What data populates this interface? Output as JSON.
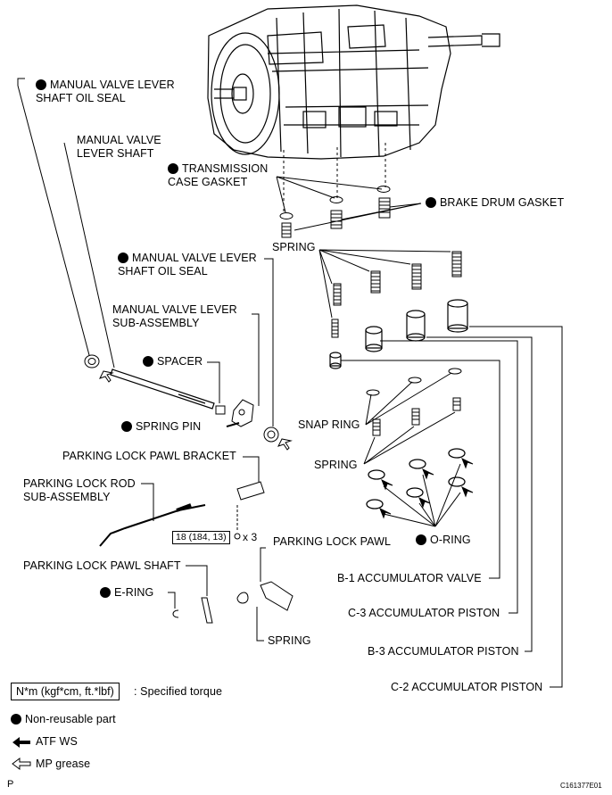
{
  "labels": {
    "manual_valve_lever_shaft_oil_seal_1": "MANUAL VALVE LEVER\nSHAFT OIL SEAL",
    "manual_valve_lever_shaft": "MANUAL VALVE\nLEVER SHAFT",
    "transmission_case_gasket": "TRANSMISSION\nCASE GASKET",
    "brake_drum_gasket": "BRAKE DRUM GASKET",
    "spring_top": "SPRING",
    "manual_valve_lever_shaft_oil_seal_2": "MANUAL VALVE LEVER\nSHAFT OIL SEAL",
    "manual_valve_lever_sub_assembly": "MANUAL VALVE LEVER\nSUB-ASSEMBLY",
    "spacer": "SPACER",
    "spring_pin": "SPRING PIN",
    "snap_ring": "SNAP RING",
    "spring_mid": "SPRING",
    "parking_lock_pawl_bracket": "PARKING LOCK PAWL BRACKET",
    "parking_lock_rod_sub_assembly": "PARKING LOCK ROD\nSUB-ASSEMBLY",
    "torque_value": "18 (184, 13)",
    "torque_multiplier": "x 3",
    "parking_lock_pawl": "PARKING LOCK PAWL",
    "o_ring": "O-RING",
    "parking_lock_pawl_shaft": "PARKING LOCK PAWL SHAFT",
    "e_ring": "E-RING",
    "spring_bottom": "SPRING",
    "b1_accumulator_valve": "B-1 ACCUMULATOR VALVE",
    "c3_accumulator_piston": "C-3 ACCUMULATOR PISTON",
    "b3_accumulator_piston": "B-3 ACCUMULATOR PISTON",
    "c2_accumulator_piston": "C-2 ACCUMULATOR PISTON"
  },
  "legend": {
    "torque_box": "N*m (kgf*cm, ft.*lbf)",
    "torque_text": ": Specified torque",
    "non_reusable": "Non-reusable part",
    "atf": "ATF WS",
    "mp_grease": "MP grease"
  },
  "footer": {
    "left": "P",
    "right": "C161377E01"
  },
  "icons": {
    "non_reusable": "filled-circle-icon",
    "atf": "solid-arrow-icon",
    "mp_grease": "outline-arrow-icon"
  }
}
